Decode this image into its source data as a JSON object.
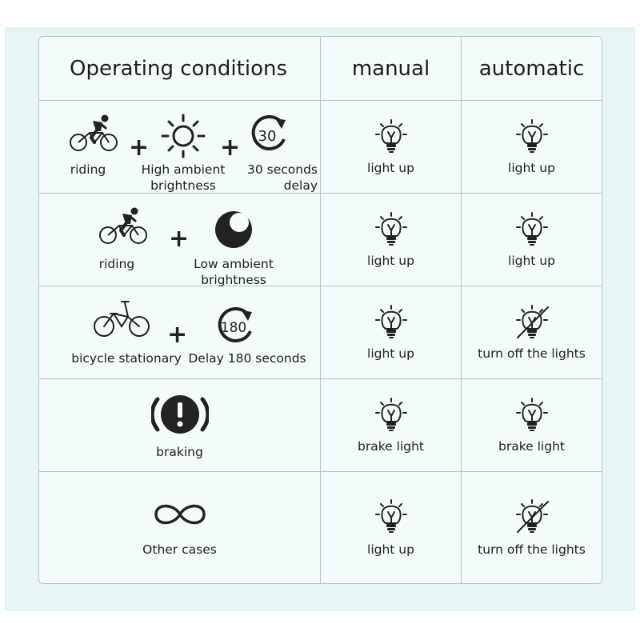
{
  "header": {
    "conditions": "Operating conditions",
    "manual": "manual",
    "automatic": "automatic"
  },
  "rows": [
    {
      "labels": [
        "riding",
        "High ambient brightness",
        "30 seconds delay"
      ],
      "timer_value": "30",
      "manual": "light up",
      "automatic": "light up"
    },
    {
      "labels": [
        "riding",
        "Low ambient brightness"
      ],
      "manual": "light up",
      "automatic": "light up"
    },
    {
      "labels": [
        "bicycle stationary",
        "Delay 180 seconds"
      ],
      "timer_value": "180",
      "manual": "light up",
      "automatic": "turn off the lights"
    },
    {
      "labels": [
        "braking"
      ],
      "manual": "brake light",
      "automatic": "brake light"
    },
    {
      "labels": [
        "Other cases"
      ],
      "manual": "light up",
      "automatic": "turn off the lights"
    }
  ],
  "plus_sign": "+",
  "icons": {
    "rider": "cyclist-icon",
    "sun": "sun-icon",
    "timer": "timer-icon",
    "moon": "moon-icon",
    "bicycle": "bicycle-icon",
    "brake": "brake-warning-icon",
    "infinity": "infinity-icon",
    "bulb_on": "light-bulb-icon",
    "bulb_off": "light-bulb-off-icon"
  },
  "colors": {
    "background": "#e6f4f4",
    "cell": "#f3fbfb",
    "border": "#b9c4c6",
    "ink": "#222222"
  }
}
